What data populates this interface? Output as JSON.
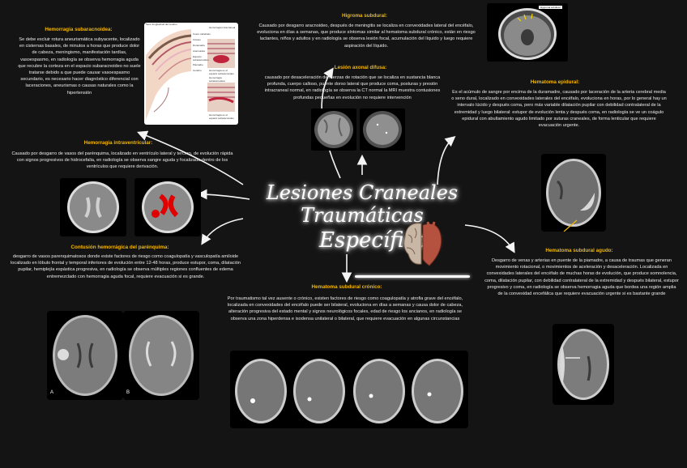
{
  "title": {
    "line1": "Lesiones Craneales Traumáticas",
    "line2": "Específicas"
  },
  "colors": {
    "accent": "#f2b705",
    "background": "#141414",
    "text": "#ececec"
  },
  "sections": {
    "subarachnoid": {
      "heading": "Hemorragia subaracnoidea:",
      "body": "Se debe excluir rotura aneurismática subyacente, localizado en cisternas basales, de minutos a horas que produce dolor de cabeza, meningismo, manifestación tardías, vasoespasmo, en radiología se observa hemorragia aguda que recubre la corteza en el espacio subaracnoideo no suele tratarse debido a que puede causar vasoespasmo secundario, es necesario hacer diagnóstico diferencial con laceraciones, aneurismas o causas naturales como la hipertensión"
    },
    "hygroma": {
      "heading": "Higroma subdural:",
      "body": "Causado por desgarro aracnoideo, después de meningitis se localiza en convexidades lateral del encéfalo, evoluciona en días a semanas, que produce síntomas similar al hematoma subdural crónico, están en riesgo lactantes, niños y adultos y en radiología se observa lesión focal, acumulación del líquido y luego requiere aspiración del líquido."
    },
    "axonal": {
      "heading": "Lesión axonal difusa:",
      "body": "causado por desaceleración de fuerzas de rotación que se localiza en sustancia blanca profunda, cuerpo calloso, puente dorso lateral que produce coma, posturas y presión intracraneal normal, en radiología se observa la CT normal la MRI muestra contusiones profundas pequeñas en evolución no requiere intervención"
    },
    "epidural": {
      "heading": "Hematoma epidural:",
      "body": "Es el acúmulo de sangre por encima de la duramadre, causado por laceración de la arteria cerebral media o seno dural, localizado en convexidades laterales del encéfalo, evoluciona en horas, por lo general hay un intervalo lúcido y después coma, pero más variable dilatación pupilar con debilidad contralateral de la extremidad y luego bilateral: estupor de evolución lenta y después coma, en radiología se ve un coágulo epidural con abultamiento agudo limitado por suturas craneales, de forma lenticular que requiere evacuación urgente."
    },
    "intraventricular": {
      "heading": "Hemorragia intraventricular:",
      "body": "Causado por desgarro de vasos del parénquima, localizado en ventrículo lateral y tercero, de evolución rápida con signos progresivos de hidrocefalia, en radiología se observa sangre aguda y focalizada dentro de los ventrículos que requiere derivación."
    },
    "contusion": {
      "heading": "Contusión hemorrágica del parénquima:",
      "body": "desgarro de vasos parenquimatosos donde existe factores de riesgo como coagulopatía y vasculopatía amiloide localizado en lóbulo frontal y temporal inferiores de evolución entre 12-48 horas, produce estupor, coma, dilatación pupilar, hemiplejía espástica progresiva, en radiología se observa múltiples regiones confluentes de edema entremezclado con hemorragia aguda focal, requiere evacuación si es grande."
    },
    "chronic_subdural": {
      "heading": "Hematoma subdural crónico:",
      "body": "Por traumatismo tal vez ausente o crónico, existen factores de riesgo como coagulopatía y atrofia grave del encéfalo, localizada en convexidades del encéfalo puede ser bilateral, evoluciona en días a semanas y causa dolor de cabeza, alteración progresiva del estado mental y signos neurológicos focales, edad de riesgo los ancianos, en radiología se observa una zona hiperdensa e isodensa unilateral o bilateral, que requiere evacuación en algunas circunstancias"
    },
    "acute_subdural": {
      "heading": "Hematoma subdural agudo:",
      "body": "Desgarro de venas y arterias en puente de la piamadre, a causa de traumas que generan movimiento rotacional, o movimientos de aceleración y desaceleración. Localizada en convexidades laterales del encéfalo de muchas horas de evolución, que produce somnolencia, coma, dilatación pupilar, con debilidad contralateral de la extremidad y después bilateral, estupor progresivo y coma, en radiología se observa hemorragia aguda que bordea una región amplia de la convexidad encefálica que requiere evacuación urgente si es bastante grande"
    }
  },
  "diagram_labels": {
    "l1": "Seno longitudinal del cerebro",
    "l2": "Cuero cabelludo",
    "l3": "Cráneo",
    "l4": "Duramadre",
    "l5": "Aracnoides",
    "l6": "Espacio subaracnoideo",
    "l7": "Piamadre",
    "l8": "Cerebro",
    "r1": "Hemorragia intracraneal",
    "r2": "Hemorragia en el espacio subaracnoideo",
    "r3": "Hemorragia subaracnoidea",
    "r4": "Hemorragia en el espacio subaracnoideo"
  },
  "image_labels": {
    "a": "A",
    "b": "B",
    "tag": "Hygroma subdural"
  }
}
